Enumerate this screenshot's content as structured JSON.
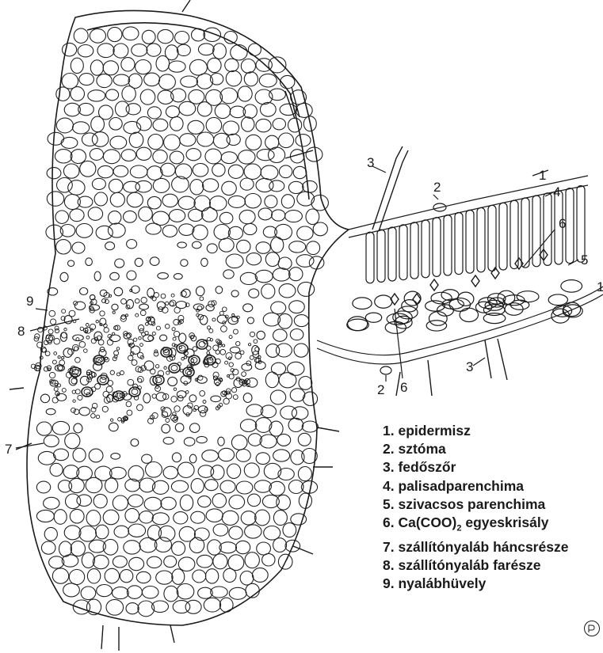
{
  "callouts": {
    "c1_top": "1",
    "c2_top": "2",
    "c3_top": "3",
    "c4": "4",
    "c5": "5",
    "c6_right": "6",
    "c1_right": "1",
    "c9": "9",
    "c8": "8",
    "c7": "7",
    "c3_bottom": "3",
    "c2_bottom": "2",
    "c6_bottom": "6"
  },
  "legend": {
    "items": [
      {
        "num": "1.",
        "label": "epidermisz"
      },
      {
        "num": "2.",
        "label": "sztóma"
      },
      {
        "num": "3.",
        "label": "fedőszőr"
      },
      {
        "num": "4.",
        "label": "palisadparenchima"
      },
      {
        "num": "5.",
        "label": "szivacsos parenchima"
      },
      {
        "num": "6.",
        "label": "Ca(COO)",
        "sub": "2",
        "label_after": " egyeskrisály"
      },
      {
        "num": "7.",
        "label": "szállítónyaláb háncsrésze"
      },
      {
        "num": "8.",
        "label": "szállítónyaláb farésze"
      },
      {
        "num": "9.",
        "label": "nyalábhüvely"
      }
    ]
  },
  "colors": {
    "ink": "#1a1a1a",
    "paper": "#ffffff"
  }
}
